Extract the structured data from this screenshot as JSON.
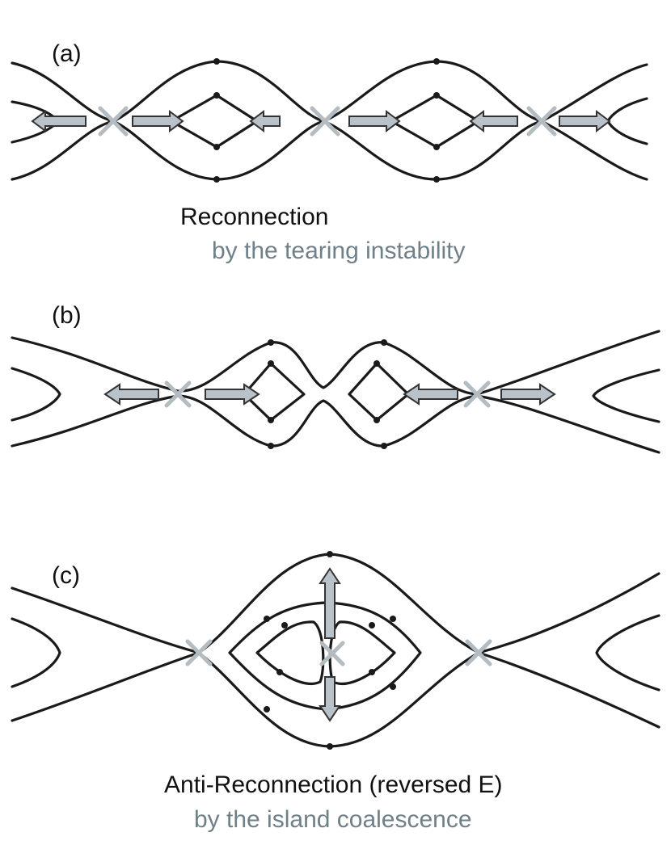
{
  "panels": [
    {
      "label": "(a)",
      "caption": "Reconnection",
      "subcaption": "by the tearing instability"
    },
    {
      "label": "(b)"
    },
    {
      "label": "(c)",
      "caption": "Anti-Reconnection (reversed E)",
      "subcaption": "by the island coalescence"
    }
  ],
  "colors": {
    "field_line": "#1a1a1a",
    "x_point": "#b4bcc2",
    "flow_arrow": "#b9c2c8",
    "subcaption": "#6f8088"
  }
}
